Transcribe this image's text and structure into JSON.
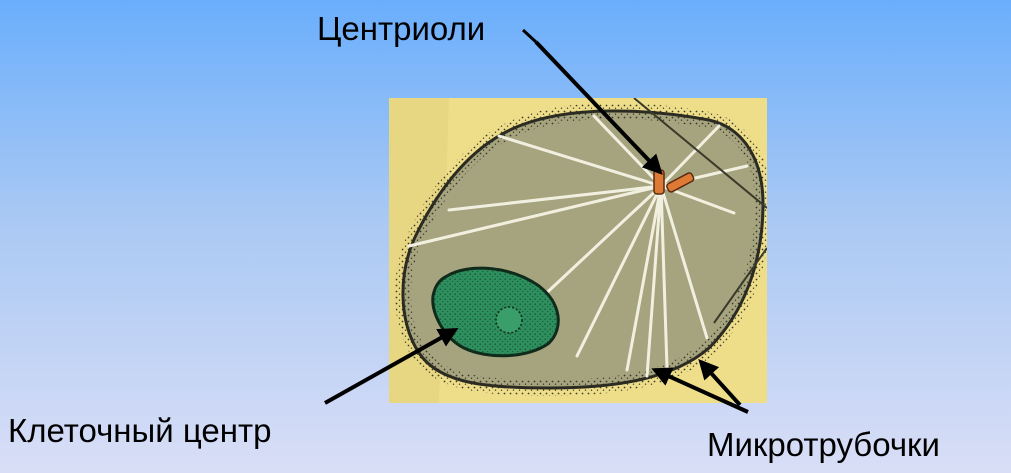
{
  "labels": {
    "centrioles": "Центриоли",
    "cell_center": "Клеточный центр",
    "microtubules": "Микротрубочки"
  },
  "colors": {
    "background_top": "#6aaefc",
    "background_bottom": "#d9def6",
    "paper": "#eede8a",
    "cytoplasm": "#a6a47e",
    "nucleus": "#2e8f5e",
    "centriole": "#dd7a35",
    "microtubule": "#f1f0e0",
    "arrow": "#000000"
  }
}
